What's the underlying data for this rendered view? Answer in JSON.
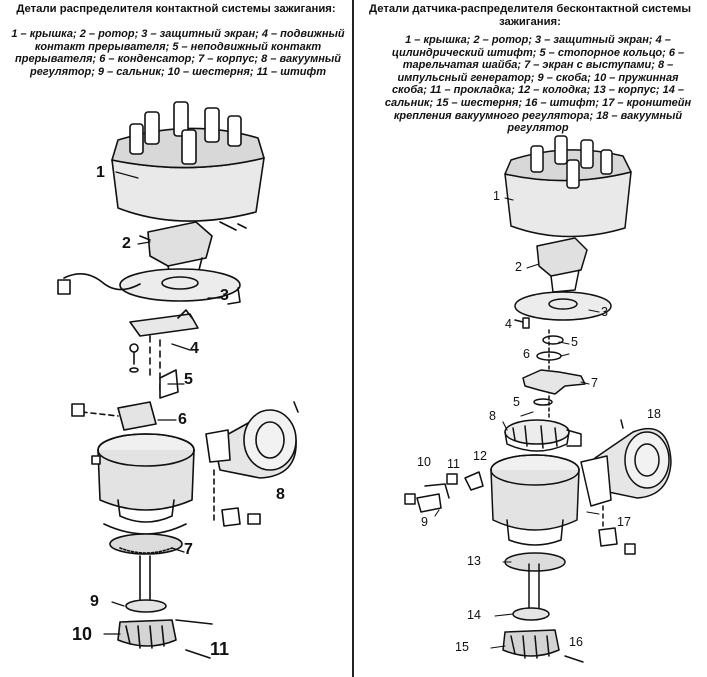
{
  "left": {
    "title": "Детали распределителя контактной системы зажигания:",
    "legend": "1 – крышка; 2 – ротор; 3 – защитный экран; 4 – подвижный контакт прерывателя; 5 – неподвижный контакт прерывателя; 6 – конденсатор; 7 – корпус; 8 – вакуумный регулятор; 9 – сальник; 10 – шестерня; 11 – штифт",
    "callouts": [
      "1",
      "2",
      "3",
      "4",
      "5",
      "6",
      "7",
      "8",
      "9",
      "10",
      "11"
    ]
  },
  "right": {
    "title": "Детали датчика-распределителя бесконтактной системы зажигания:",
    "legend": "1 – крышка; 2 – ротор; 3 – защитный экран; 4 – цилиндрический штифт; 5 – стопорное кольцо; 6 – тарельчатая шайба; 7 – экран с выступами; 8 – импульсный генератор; 9 – скоба; 10 – пружинная скоба; 11 – прокладка; 12 – колодка; 13 – корпус; 14 – сальник; 15 – шестерня; 16 – штифт; 17 – кронштейн крепления вакуумного регулятора; 18 – вакуумный регулятор",
    "callouts": [
      "1",
      "2",
      "3",
      "4",
      "5",
      "6",
      "5",
      "7",
      "8",
      "18",
      "10",
      "11",
      "12",
      "9",
      "17",
      "13",
      "14",
      "15",
      "16"
    ]
  }
}
